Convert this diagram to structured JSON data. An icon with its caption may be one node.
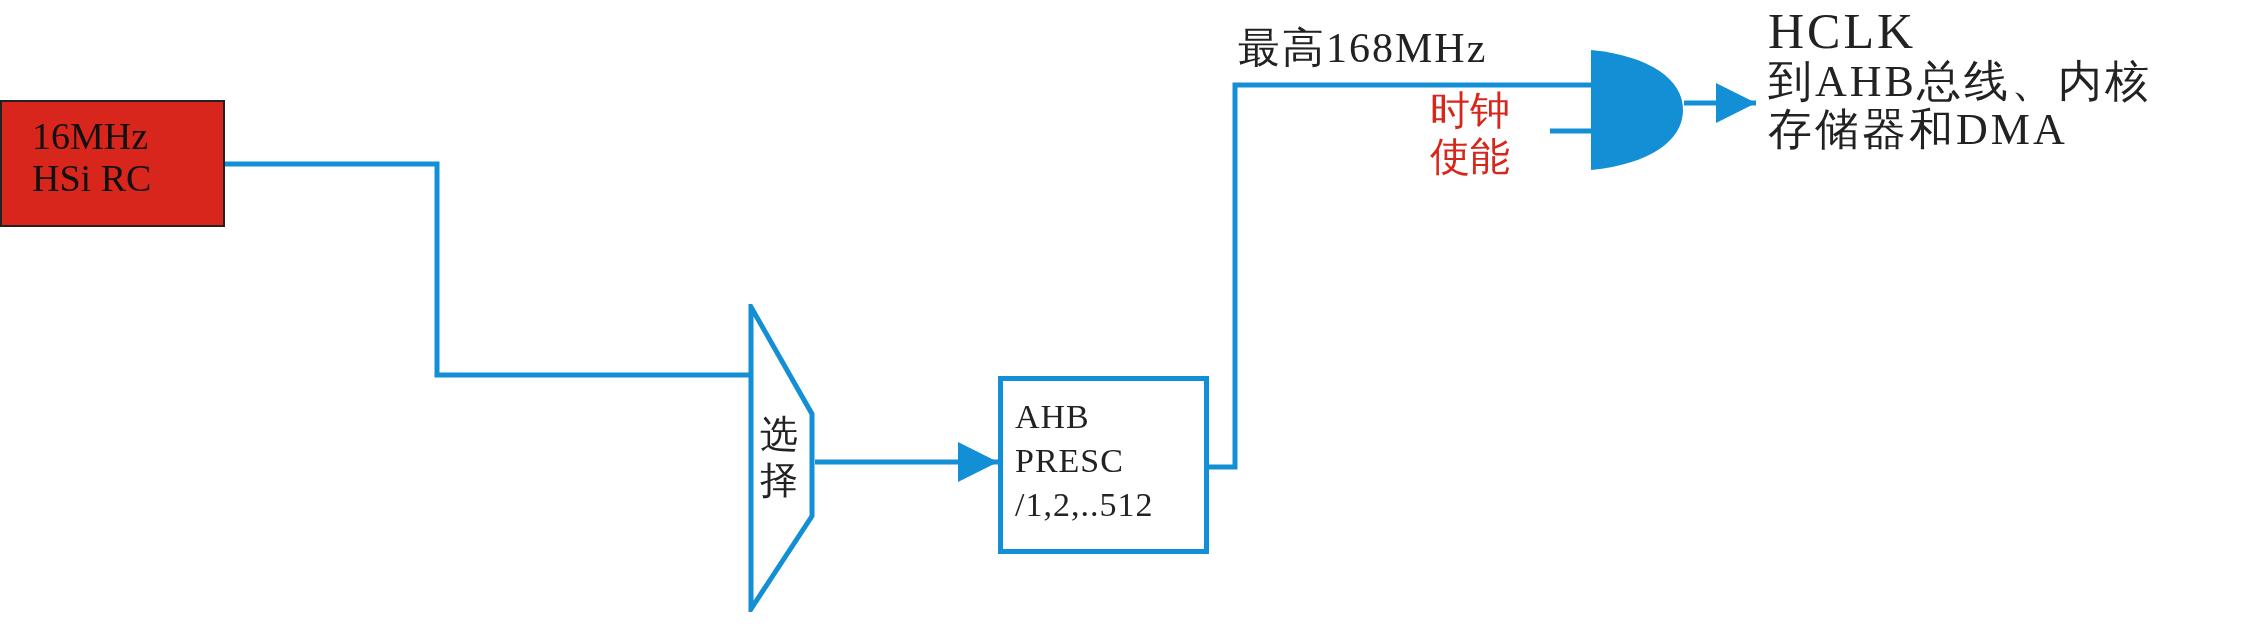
{
  "diagram": {
    "nodes": [
      {
        "text": [
          "16MHz HSi RC"
        ]
      },
      {
        "text": [
          "选择"
        ]
      },
      {
        "text": [
          "AHB PRESC /1,2,..512"
        ]
      },
      {
        "text": [],
        "shape": "gate"
      },
      {
        "text": [
          "时钟使能"
        ]
      },
      {
        "text": [
          "HCLK",
          "到AHB总线、内核存储器和DMA"
        ]
      }
    ],
    "edges": [
      {
        "from": 0,
        "to": 1,
        "arrow": "none"
      },
      {
        "from": 1,
        "to": 2,
        "arrow": "to"
      },
      {
        "from": 2,
        "to": 3,
        "arrow": "none",
        "label": "最高168MHz"
      },
      {
        "from": 4,
        "to": 3,
        "arrow": "none"
      },
      {
        "from": 3,
        "to": 5,
        "arrow": "to"
      }
    ]
  }
}
